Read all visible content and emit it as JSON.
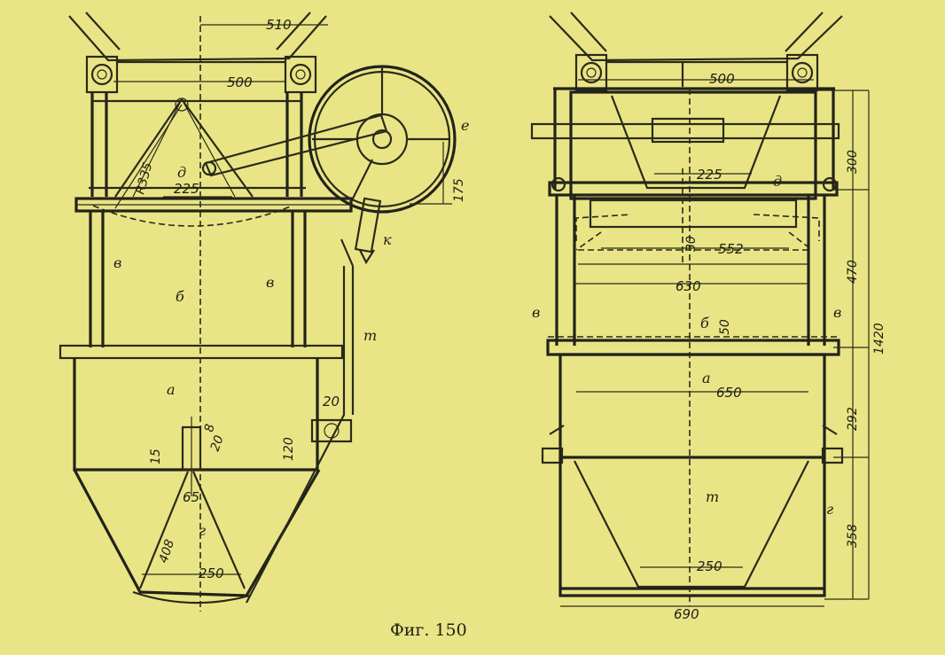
{
  "figure": {
    "caption": "Фиг. 150"
  },
  "left_view": {
    "dimensions": {
      "top_width": "510",
      "frame_width": "500",
      "radius": "R335",
      "d_width": "225",
      "wheel_offset": "175",
      "outlet_width": "250",
      "side_length": "408",
      "neck_width": "65",
      "nozzle_dims": [
        "15",
        "20",
        "120",
        "20"
      ],
      "angle": "8"
    },
    "letters": {
      "a": "a",
      "b": "б",
      "v1": "в",
      "v2": "в",
      "g": "г",
      "d": "д",
      "e": "е",
      "k": "к",
      "m": "т"
    }
  },
  "right_view": {
    "dimensions": {
      "frame_width": "500",
      "d_width": "225",
      "top_height": "300",
      "inner_gap": "30",
      "width_552": "552",
      "width_630": "630",
      "gap_50": "50",
      "width_650": "650",
      "height_470": "470",
      "total_height": "1420",
      "height_292": "292",
      "height_358": "358",
      "outlet_width": "250",
      "base_width": "690"
    },
    "letters": {
      "d": "д",
      "b": "б",
      "v": "в",
      "a": "а",
      "m": "т",
      "g": "г",
      "v2": "в"
    }
  }
}
